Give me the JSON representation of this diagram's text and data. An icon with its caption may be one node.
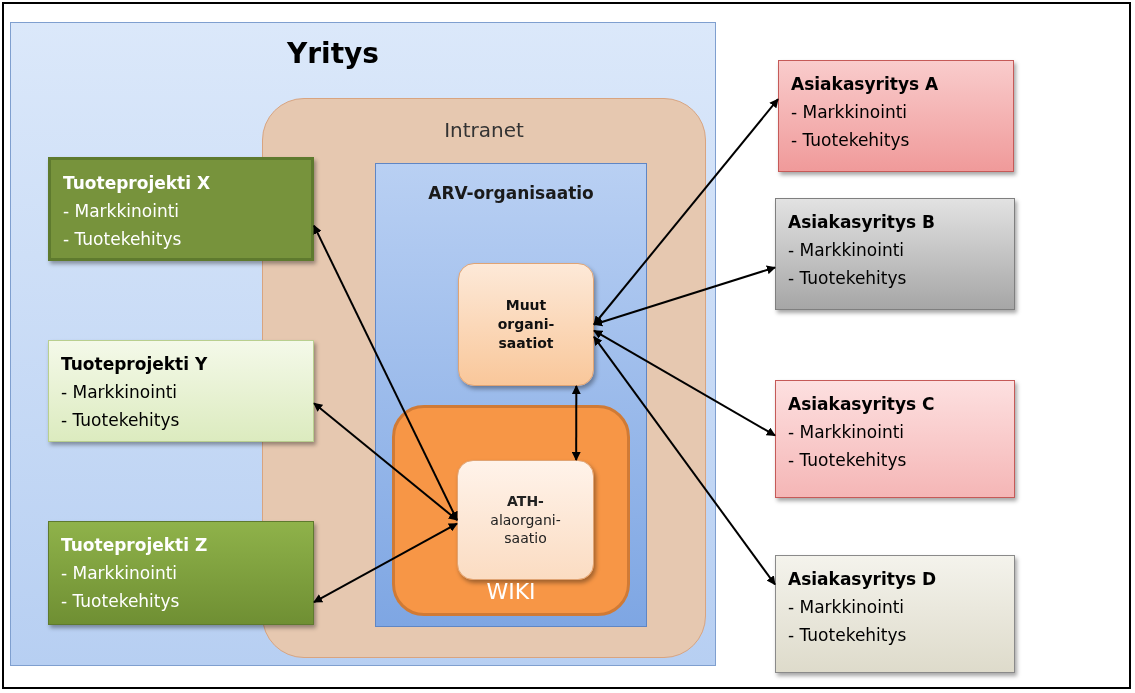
{
  "diagram": {
    "nodes": [
      {
        "text": [
          "Yritys"
        ]
      },
      {
        "text": [
          "Intranet"
        ],
        "in": 0
      },
      {
        "text": [
          "ARV-organisaatio"
        ],
        "in": 1
      },
      {
        "text": [
          "Muut organi- saatiot"
        ],
        "in": 2
      },
      {
        "text": [
          "WIKI"
        ],
        "in": 2
      },
      {
        "text": [
          "**ATH-** alaorgani- saatio"
        ],
        "in": 4
      },
      {
        "text": [
          "Tuoteprojekti X",
          "- Markkinointi",
          "- Tuotekehitys"
        ],
        "in": 0
      },
      {
        "text": [
          "Tuoteprojekti Y",
          "- Markkinointi",
          "- Tuotekehitys"
        ],
        "in": 0
      },
      {
        "text": [
          "Tuoteprojekti Z",
          "- Markkinointi",
          "- Tuotekehitys"
        ],
        "in": 0
      },
      {
        "text": [
          "Asiakasyritys A",
          "- Markkinointi",
          "- Tuotekehitys"
        ]
      },
      {
        "text": [
          "Asiakasyritys B",
          "- Markkinointi",
          "- Tuotekehitys"
        ]
      },
      {
        "text": [
          "Asiakasyritys C",
          "- Markkinointi",
          "- Tuotekehitys"
        ]
      },
      {
        "text": [
          "Asiakasyritys D",
          "- Markkinointi",
          "- Tuotekehitys"
        ]
      }
    ],
    "edges": [
      {
        "from": 6,
        "to": 5,
        "arrow": "both"
      },
      {
        "from": 7,
        "to": 5,
        "arrow": "both"
      },
      {
        "from": 8,
        "to": 5,
        "arrow": "both"
      },
      {
        "from": 3,
        "to": 5,
        "arrow": "both"
      },
      {
        "from": 3,
        "to": 9,
        "arrow": "both"
      },
      {
        "from": 3,
        "to": 10,
        "arrow": "both"
      },
      {
        "from": 3,
        "to": 11,
        "arrow": "both"
      },
      {
        "from": 3,
        "to": 12,
        "arrow": "both"
      }
    ]
  }
}
